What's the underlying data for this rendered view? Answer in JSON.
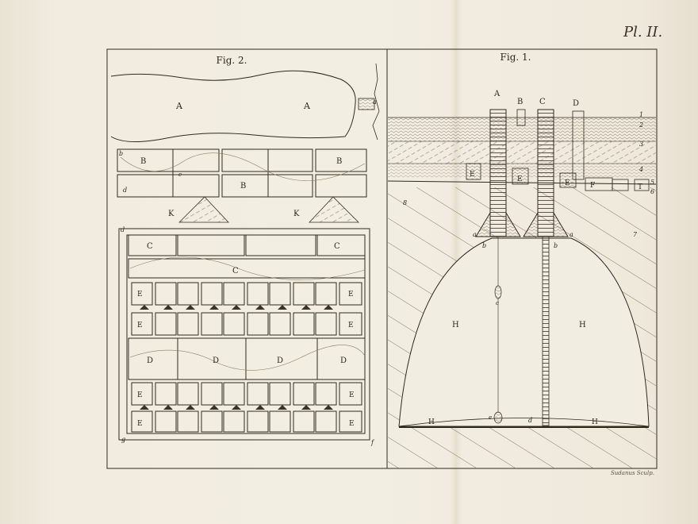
{
  "plate": {
    "number": "Pl. II.",
    "engraver": "Sudanus Sculp."
  },
  "fig2": {
    "title": "Fig. 2.",
    "labels": {
      "A1": "A",
      "A2": "A",
      "a": "a",
      "B1": "B",
      "B2": "B",
      "B3": "B",
      "b": "b",
      "d1": "d",
      "e": "e",
      "K1": "K",
      "K2": "K",
      "C1": "C",
      "C2": "C",
      "C3": "C",
      "D1": "D",
      "D2": "D",
      "D3": "D",
      "D4": "D",
      "E": "E",
      "d2": "d",
      "f": "f",
      "g": "g"
    }
  },
  "fig1": {
    "title": "Fig. 1.",
    "shafts": {
      "A": "A",
      "B": "B",
      "C": "C",
      "D": "D"
    },
    "strata": [
      "1",
      "2",
      "3",
      "4",
      "5",
      "6",
      "7",
      "8"
    ],
    "labels": {
      "E1": "E",
      "E2": "E",
      "E3": "E",
      "F": "F",
      "T": "T",
      "a": "a",
      "b": "b",
      "c": "c",
      "d": "d",
      "e": "e",
      "H": "H"
    }
  }
}
